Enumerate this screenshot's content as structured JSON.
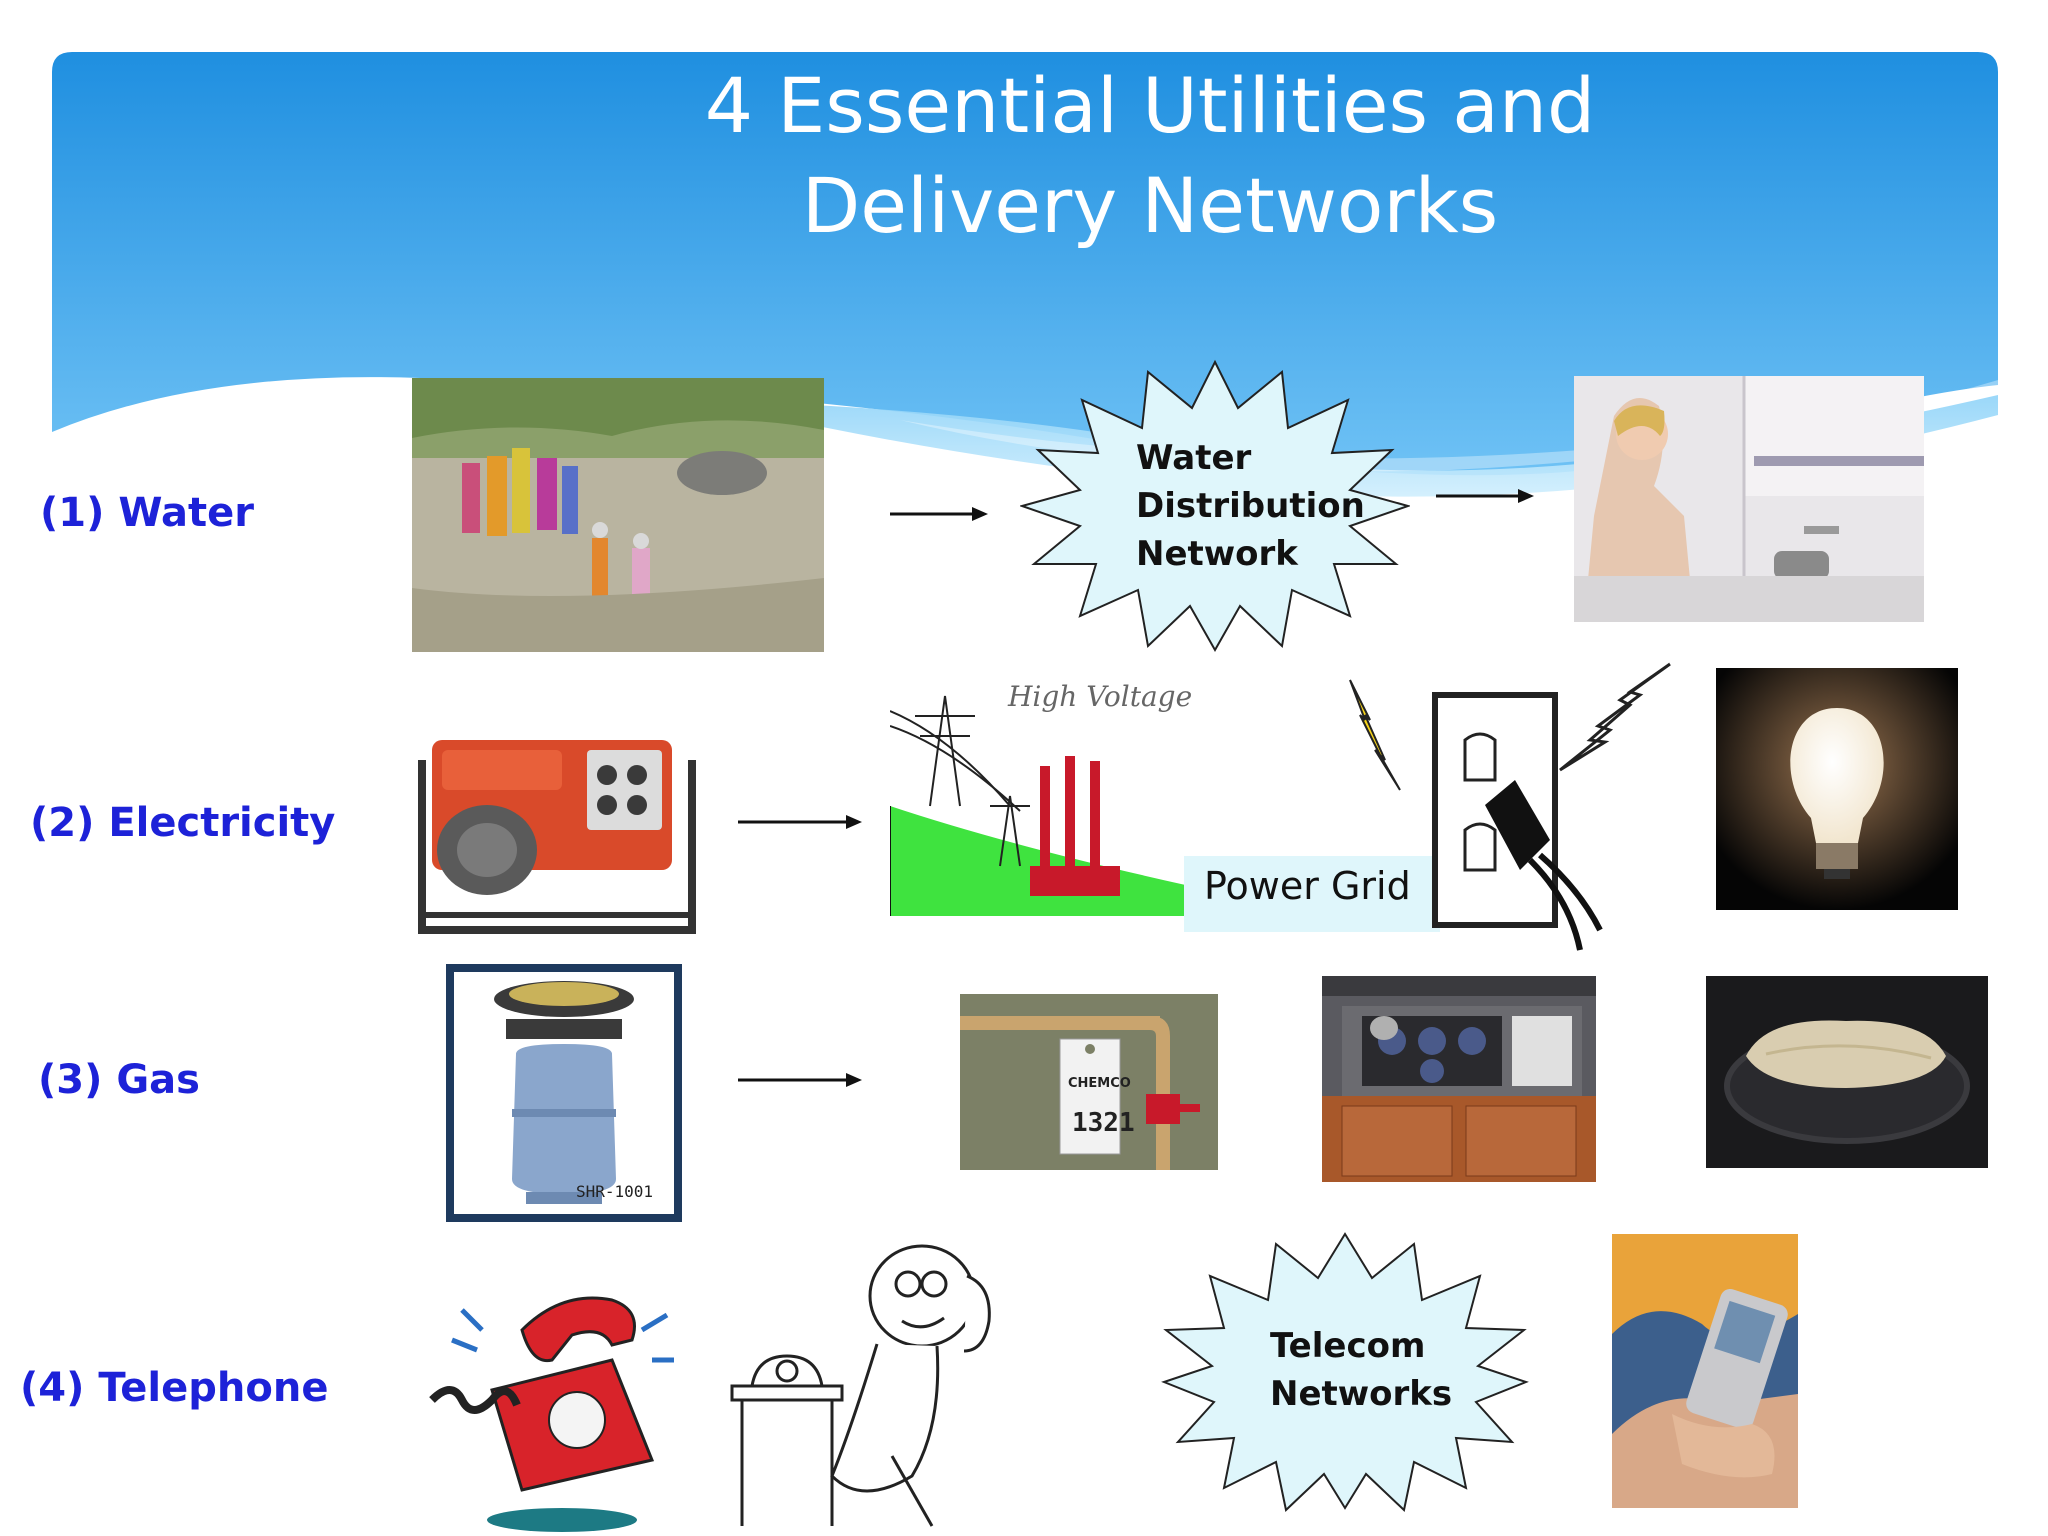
{
  "title": {
    "line1": "4 Essential Utilities and",
    "line2": "Delivery Networks"
  },
  "rows": [
    {
      "label": "(1) Water"
    },
    {
      "label": "(2) Electricity"
    },
    {
      "label": "(3) Gas"
    },
    {
      "label": "(4) Telephone"
    }
  ],
  "water": {
    "network_lines": [
      "Water",
      "Distribution",
      "Network"
    ]
  },
  "electricity": {
    "high_voltage_text": "High Voltage",
    "power_grid_label": "Power Grid"
  },
  "gas": {
    "tag_brand": "CHEMCO",
    "tag_number": "1321",
    "cylinder_model": "SHR-1001"
  },
  "telephone": {
    "network_lines": [
      "Telecom",
      "Networks"
    ]
  },
  "colors": {
    "label_blue": "#1d22d8",
    "banner_top": "#1f8fe0",
    "banner_bottom": "#7cc8f6",
    "burst_fill": "#dff6fb"
  },
  "icons": [
    "arrow-icon",
    "starburst-shape",
    "lightning-icon",
    "light-bulb-icon",
    "telephone-icon"
  ]
}
